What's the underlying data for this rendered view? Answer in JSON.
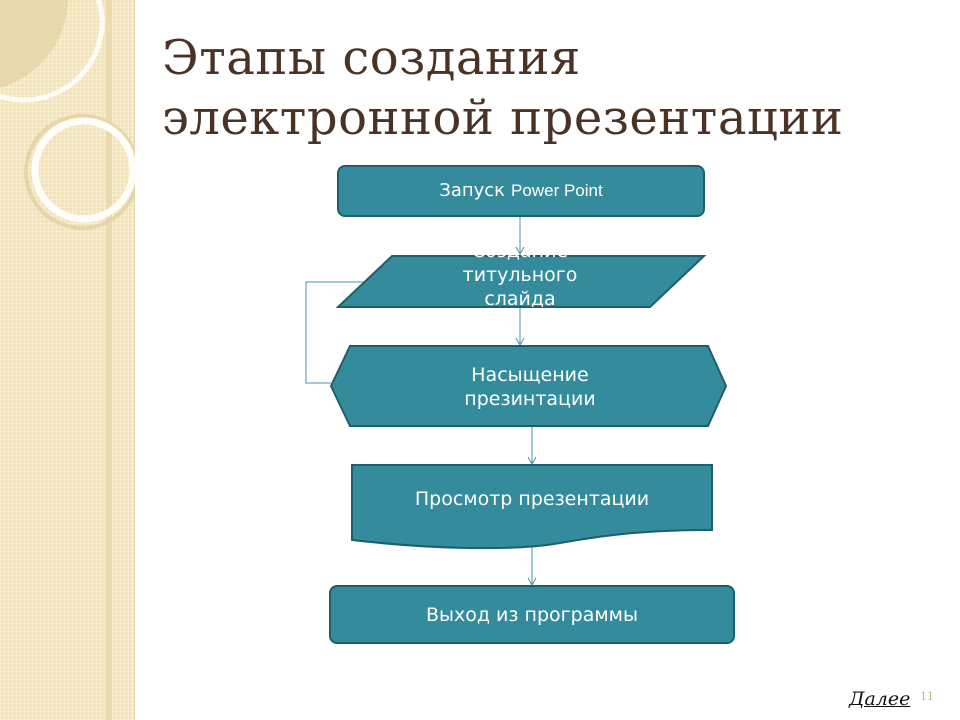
{
  "slide": {
    "title_line1": "Этапы создания",
    "title_line2": "электронной презентации",
    "next_link": "Далее",
    "page_number": "11"
  },
  "flowchart": {
    "step1": {
      "text": "Запуск",
      "text_extra": "Power Point",
      "shape": "rounded-rectangle"
    },
    "step2": {
      "text_lines": [
        "Создание",
        "титульного",
        "слайда"
      ],
      "shape": "parallelogram"
    },
    "step3": {
      "text_lines": [
        "Насыщение",
        "презинтации"
      ],
      "shape": "hexagon"
    },
    "step4": {
      "text": "Просмотр презентации",
      "shape": "document"
    },
    "step5": {
      "text": "Выход из программы",
      "shape": "rounded-rectangle"
    }
  },
  "colors": {
    "node_fill": "#348b9c",
    "node_border": "#1e5f6d",
    "connector": "#4a93a4",
    "title": "#4a3325",
    "panel": "#f2e3b8"
  }
}
